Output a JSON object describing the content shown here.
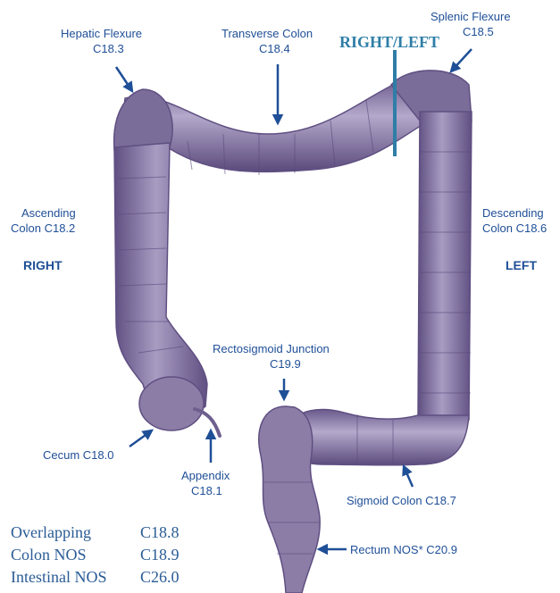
{
  "labels": {
    "hepatic_flexure": {
      "line1": "Hepatic Flexure",
      "line2": "C18.3"
    },
    "transverse_colon": {
      "line1": "Transverse Colon",
      "line2": "C18.4"
    },
    "splenic_flexure": {
      "line1": "Splenic  Flexure",
      "line2": "C18.5"
    },
    "right_left": "RIGHT/LEFT",
    "ascending_colon": {
      "line1": "Ascending",
      "line2": "Colon C18.2"
    },
    "descending_colon": {
      "line1": "Descending",
      "line2": "Colon C18.6"
    },
    "right": "RIGHT",
    "left": "LEFT",
    "rectosigmoid": {
      "line1": "Rectosigmoid Junction",
      "line2": "C19.9"
    },
    "cecum": "Cecum C18.0",
    "appendix": {
      "line1": "Appendix",
      "line2": "C18.1"
    },
    "sigmoid_colon": "Sigmoid Colon C18.7",
    "rectum": "Rectum NOS* C20.9"
  },
  "legend": [
    {
      "name": "Overlapping",
      "code": "C18.8"
    },
    {
      "name": "Colon NOS",
      "code": "C18.9"
    },
    {
      "name": "Intestinal NOS",
      "code": "C26.0"
    }
  ],
  "colors": {
    "label_text": "#1f4f97",
    "arrow": "#1f4f97",
    "divider_line": "#2e7ea7",
    "colon_fill": "#8b7da6",
    "colon_shadow": "#5f4f82",
    "colon_highlight": "#c7bdd8"
  }
}
